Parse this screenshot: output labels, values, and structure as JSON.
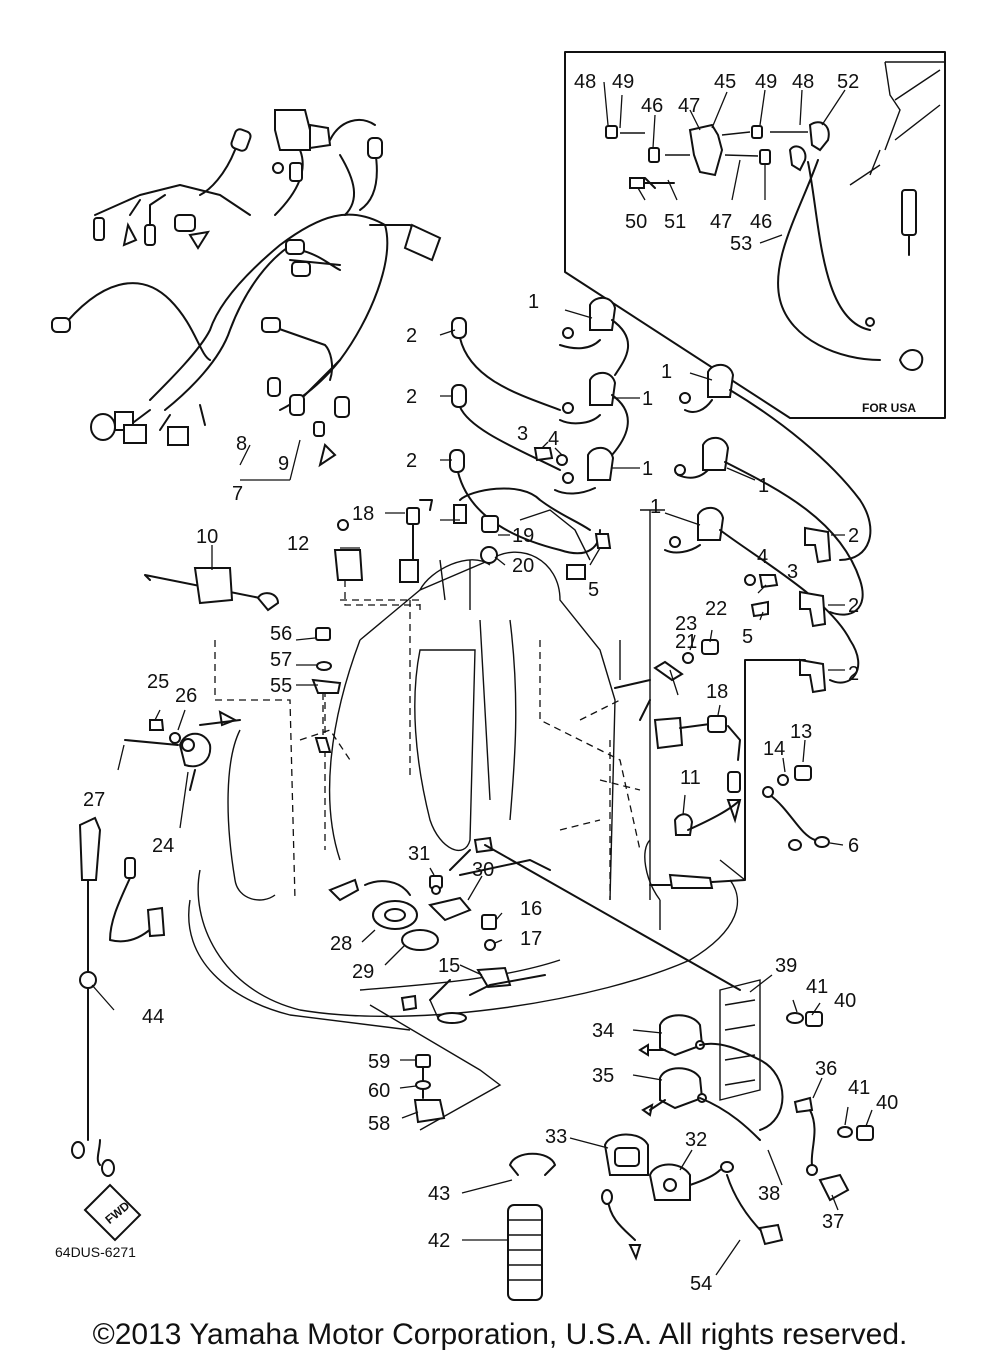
{
  "callouts": [
    {
      "id": "48a",
      "label": "48"
    },
    {
      "id": "49a",
      "label": "49"
    },
    {
      "id": "45",
      "label": "45"
    },
    {
      "id": "49b",
      "label": "49"
    },
    {
      "id": "48b",
      "label": "48"
    },
    {
      "id": "52",
      "label": "52"
    },
    {
      "id": "46a",
      "label": "46"
    },
    {
      "id": "47a",
      "label": "47"
    },
    {
      "id": "50",
      "label": "50"
    },
    {
      "id": "51",
      "label": "51"
    },
    {
      "id": "47b",
      "label": "47"
    },
    {
      "id": "46b",
      "label": "46"
    },
    {
      "id": "53",
      "label": "53"
    },
    {
      "id": "1a",
      "label": "1"
    },
    {
      "id": "1b",
      "label": "1"
    },
    {
      "id": "1c",
      "label": "1"
    },
    {
      "id": "1d",
      "label": "1"
    },
    {
      "id": "1e",
      "label": "1"
    },
    {
      "id": "1f",
      "label": "1"
    },
    {
      "id": "2a",
      "label": "2"
    },
    {
      "id": "2b",
      "label": "2"
    },
    {
      "id": "2c",
      "label": "2"
    },
    {
      "id": "2d",
      "label": "2"
    },
    {
      "id": "2e",
      "label": "2"
    },
    {
      "id": "2f",
      "label": "2"
    },
    {
      "id": "3a",
      "label": "3"
    },
    {
      "id": "4a",
      "label": "4"
    },
    {
      "id": "3b",
      "label": "3"
    },
    {
      "id": "4b",
      "label": "4"
    },
    {
      "id": "5a",
      "label": "5"
    },
    {
      "id": "5b",
      "label": "5"
    },
    {
      "id": "6",
      "label": "6"
    },
    {
      "id": "7",
      "label": "7"
    },
    {
      "id": "8",
      "label": "8"
    },
    {
      "id": "9",
      "label": "9"
    },
    {
      "id": "10",
      "label": "10"
    },
    {
      "id": "11",
      "label": "11"
    },
    {
      "id": "12",
      "label": "12"
    },
    {
      "id": "13",
      "label": "13"
    },
    {
      "id": "14",
      "label": "14"
    },
    {
      "id": "15",
      "label": "15"
    },
    {
      "id": "16",
      "label": "16"
    },
    {
      "id": "17",
      "label": "17"
    },
    {
      "id": "18a",
      "label": "18"
    },
    {
      "id": "18b",
      "label": "18"
    },
    {
      "id": "19",
      "label": "19"
    },
    {
      "id": "20",
      "label": "20"
    },
    {
      "id": "21",
      "label": "21"
    },
    {
      "id": "22",
      "label": "22"
    },
    {
      "id": "23",
      "label": "23"
    },
    {
      "id": "24",
      "label": "24"
    },
    {
      "id": "25",
      "label": "25"
    },
    {
      "id": "26",
      "label": "26"
    },
    {
      "id": "27",
      "label": "27"
    },
    {
      "id": "28",
      "label": "28"
    },
    {
      "id": "29",
      "label": "29"
    },
    {
      "id": "30",
      "label": "30"
    },
    {
      "id": "31",
      "label": "31"
    },
    {
      "id": "32",
      "label": "32"
    },
    {
      "id": "33",
      "label": "33"
    },
    {
      "id": "34",
      "label": "34"
    },
    {
      "id": "35",
      "label": "35"
    },
    {
      "id": "36",
      "label": "36"
    },
    {
      "id": "37",
      "label": "37"
    },
    {
      "id": "38",
      "label": "38"
    },
    {
      "id": "39",
      "label": "39"
    },
    {
      "id": "40a",
      "label": "40"
    },
    {
      "id": "41a",
      "label": "41"
    },
    {
      "id": "40b",
      "label": "40"
    },
    {
      "id": "41b",
      "label": "41"
    },
    {
      "id": "42",
      "label": "42"
    },
    {
      "id": "43",
      "label": "43"
    },
    {
      "id": "44",
      "label": "44"
    },
    {
      "id": "54",
      "label": "54"
    },
    {
      "id": "55",
      "label": "55"
    },
    {
      "id": "56",
      "label": "56"
    },
    {
      "id": "57",
      "label": "57"
    },
    {
      "id": "58",
      "label": "58"
    },
    {
      "id": "59",
      "label": "59"
    },
    {
      "id": "60",
      "label": "60"
    }
  ],
  "inset_label": "FOR USA",
  "fwd_label": "FWD",
  "diagram_code": "64DUS-6271",
  "copyright": "©2013 Yamaha Motor Corporation, U.S.A. All rights reserved."
}
